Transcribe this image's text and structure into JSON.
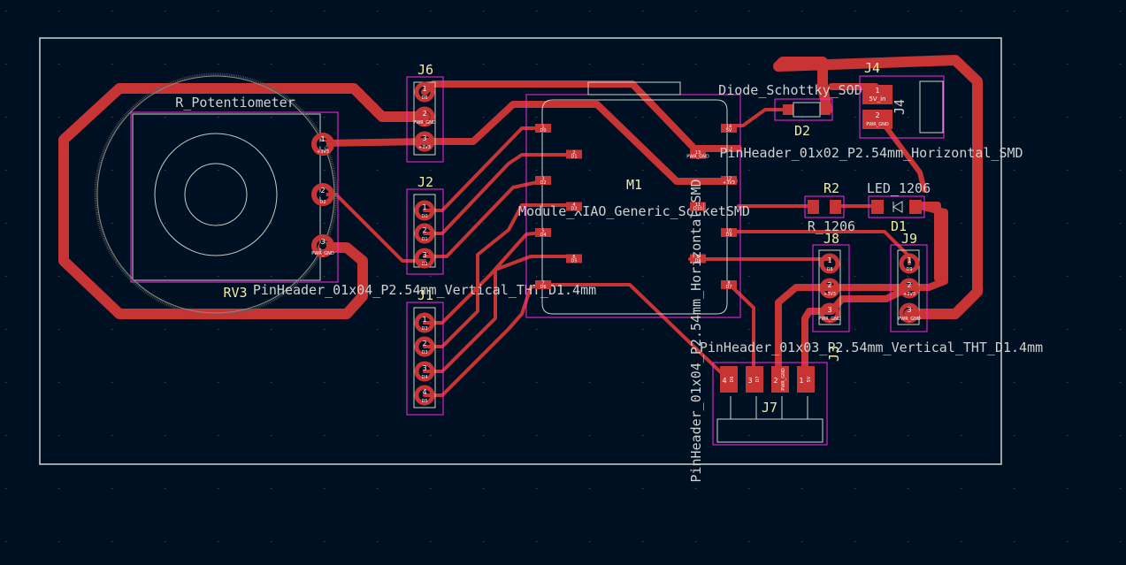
{
  "colors": {
    "background": "#001023",
    "copper_front": "#c83434",
    "silkscreen": "#f2eda1",
    "courtyard": "#ff26e2",
    "fabrication": "#d0d2cd",
    "edge_cuts": "#d0d2cd"
  },
  "components": {
    "RV3": {
      "ref": "RV3",
      "value": "R_Potentiometer",
      "pads": [
        "1",
        "2",
        "3"
      ],
      "nets": [
        "+3V3",
        "D2",
        "PWR_GND"
      ]
    },
    "J6": {
      "ref": "J6",
      "pads": [
        "1",
        "2",
        "3"
      ],
      "nets": [
        "D6",
        "PWR_GND",
        "+3V3"
      ]
    },
    "J2": {
      "ref": "J2",
      "pads": [
        "1",
        "2",
        "3"
      ],
      "nets": [
        "D0",
        "D1",
        "D2"
      ]
    },
    "J1": {
      "ref": "J1",
      "pads": [
        "1",
        "2",
        "3",
        "4"
      ],
      "nets": [
        "D3",
        "D3",
        "D4",
        "D5"
      ]
    },
    "J1_value": "PinHeader_01x04_P2.54mm_Vertical_THT_D1.4mm",
    "M1": {
      "ref": "M1",
      "value": "Module_XIAO_Generic_SocketSMD",
      "left_pads": [
        {
          "num": "1",
          "net": "D0"
        },
        {
          "num": "2",
          "net": "D1"
        },
        {
          "num": "3",
          "net": "D2"
        },
        {
          "num": "4",
          "net": "D3"
        },
        {
          "num": "5",
          "net": "D4"
        },
        {
          "num": "6",
          "net": "D5"
        },
        {
          "num": "7",
          "net": "D6"
        }
      ],
      "right_pads": [
        {
          "num": "14",
          "net": "5V"
        },
        {
          "num": "13",
          "net": "PWR_GND"
        },
        {
          "num": "12",
          "net": "+3V3"
        },
        {
          "num": "11",
          "net": "D10"
        },
        {
          "num": "10",
          "net": "D9"
        },
        {
          "num": "9",
          "net": "D8"
        },
        {
          "num": "8",
          "net": "D7"
        }
      ]
    },
    "D2": {
      "ref": "D2",
      "value": "Diode_Schottky_SOD123"
    },
    "J4": {
      "ref": "J4",
      "value_fragment": "PinHeader_01x02_P2.54mm_Horizontal_SMD",
      "pads": [
        "1",
        "2"
      ],
      "nets": [
        "5V_in",
        "PWR_GND"
      ]
    },
    "R2": {
      "ref": "R2",
      "value": "R_1206"
    },
    "D1": {
      "ref": "D1",
      "value": "LED_1206"
    },
    "J8": {
      "ref": "J8",
      "pads": [
        "1",
        "2",
        "3"
      ],
      "nets": [
        "D8",
        "+3V3",
        "PWR_GND"
      ]
    },
    "J9": {
      "ref": "J9",
      "pads": [
        "1",
        "2",
        "3"
      ],
      "nets": [
        "D9",
        "+3V3",
        "PWR_GND"
      ]
    },
    "J8_J9_value": "PinHeader_01x03_P2.54mm_Vertical_THT_D1.4mm",
    "J7": {
      "ref": "J7",
      "value": "PinHeader_01x04_P2.54mm_Horizontal_SMD",
      "pads": [
        "4",
        "3",
        "2",
        "1"
      ],
      "nets": [
        "D6",
        "D7",
        "PWR_GND",
        "5V"
      ]
    },
    "J3_ref": "J3"
  }
}
